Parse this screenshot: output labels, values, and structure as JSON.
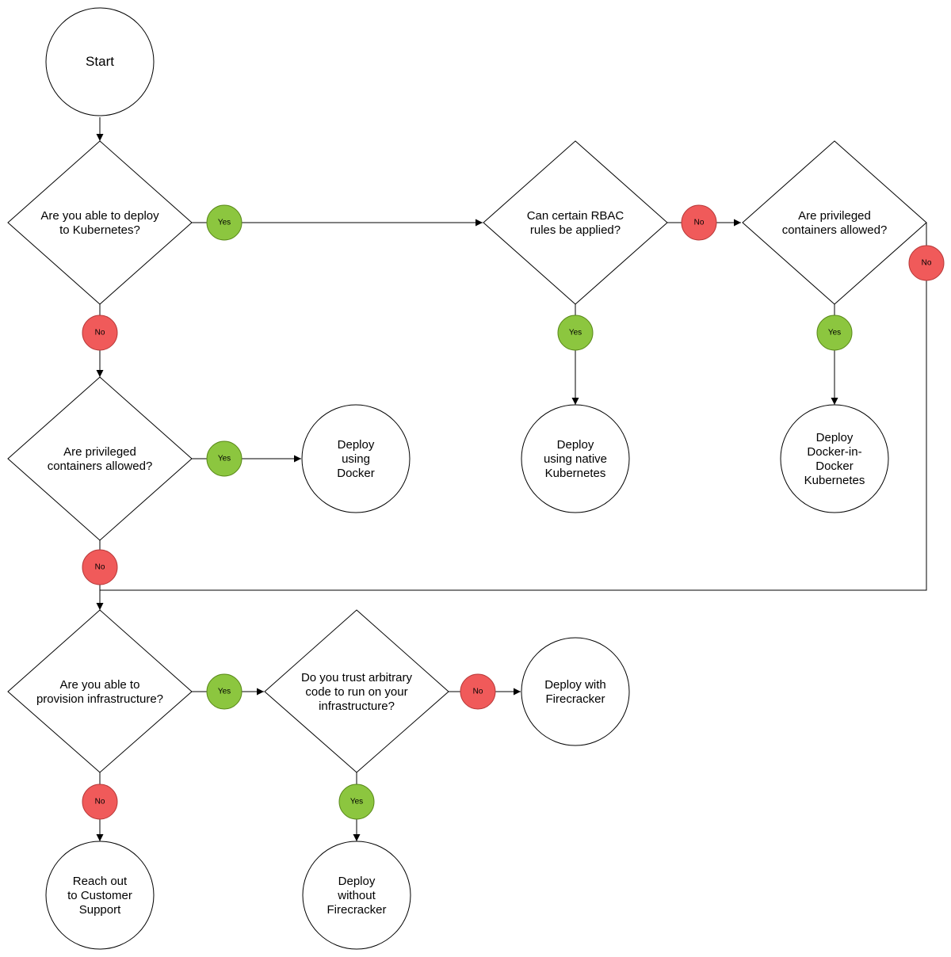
{
  "labels": {
    "yes": "Yes",
    "no": "No"
  },
  "colors": {
    "yes": "#8cc63f",
    "yes_stroke": "#5a8a1a",
    "no": "#f05a5a",
    "no_stroke": "#b83a3a"
  },
  "nodes": {
    "start": [
      "Start"
    ],
    "q_kubernetes": [
      "Are you able to deploy",
      "to Kubernetes?"
    ],
    "q_rbac": [
      "Can certain RBAC",
      "rules be applied?"
    ],
    "q_priv_k8s": [
      "Are privileged",
      "containers allowed?"
    ],
    "q_priv_docker": [
      "Are privileged",
      "containers allowed?"
    ],
    "q_provision": [
      "Are you able to",
      "provision infrastructure?"
    ],
    "q_trust": [
      "Do you trust arbitrary",
      "code to run on your",
      "infrastructure?"
    ],
    "deploy_docker": [
      "Deploy",
      "using",
      "Docker"
    ],
    "deploy_native_k8s": [
      "Deploy",
      "using native",
      "Kubernetes"
    ],
    "deploy_dind_k8s": [
      "Deploy",
      "Docker-in-",
      "Docker",
      "Kubernetes"
    ],
    "deploy_firecracker": [
      "Deploy with",
      "Firecracker"
    ],
    "support": [
      "Reach out",
      "to Customer",
      "Support"
    ],
    "deploy_no_firecracker": [
      "Deploy",
      "without",
      "Firecracker"
    ]
  }
}
